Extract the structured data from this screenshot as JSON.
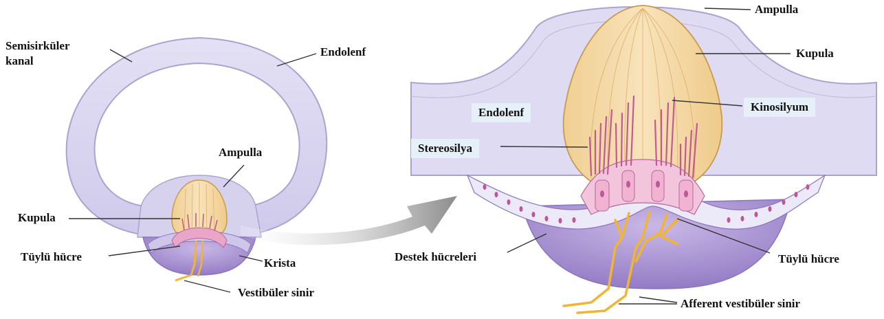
{
  "left_panel": {
    "semisirkuler_kanal": "Semisirküler\nkanal",
    "endolenf": "Endolenf",
    "ampulla": "Ampulla",
    "kupula": "Kupula",
    "tuylu_hucre": "Tüylü hücre",
    "krista": "Krista",
    "vestibuler_sinir": "Vestibüler sinir"
  },
  "right_panel": {
    "ampulla": "Ampulla",
    "kupula": "Kupula",
    "kinosilyum": "Kinosilyum",
    "endolenf": "Endolenf",
    "stereosilya": "Stereosilya",
    "destek_hucreleri": "Destek hücreleri",
    "tuylu_hucre": "Tüylü hücre",
    "afferent_vestibuler_sinir": "Afferent vestibüler sinir"
  },
  "colors": {
    "canal_fill": "#d9d6ef",
    "canal_stroke": "#a9a3cf",
    "cupula_fill": "#f3d8a6",
    "cupula_stroke": "#c89a4e",
    "hair_cell": "#e9a6c8",
    "stereocilia": "#c05a95",
    "crista_base": "#9a84c8",
    "nerve": "#f2b531",
    "arrow": "#9a9a9a"
  }
}
